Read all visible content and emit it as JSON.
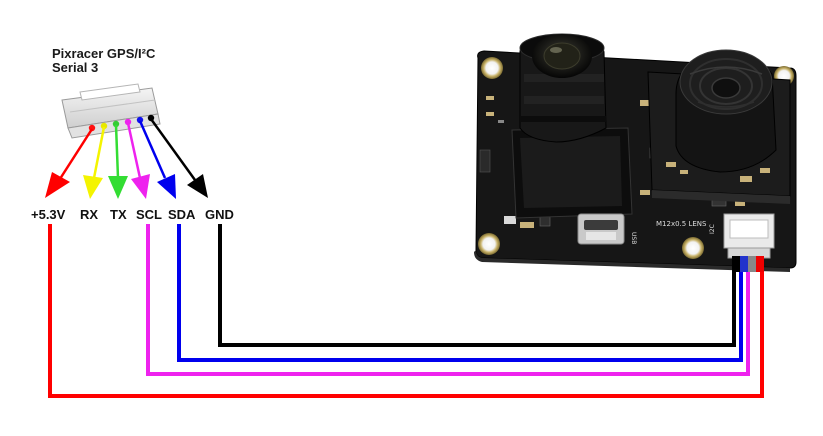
{
  "connector": {
    "title_line1": "Pixracer GPS/I²C",
    "title_line2": "Serial 3"
  },
  "pins": [
    {
      "label": "+5.3V",
      "color": "#ff0000"
    },
    {
      "label": "RX",
      "color": "#ffff00"
    },
    {
      "label": "TX",
      "color": "#33dd33"
    },
    {
      "label": "SCL",
      "color": "#ee22ee"
    },
    {
      "label": "SDA",
      "color": "#0000ee"
    },
    {
      "label": "GND",
      "color": "#000000"
    }
  ],
  "board": {
    "silkscreen_usb": "USB",
    "silkscreen_lens": "M12x0.5 LENS",
    "silkscreen_i2c": "I2C"
  },
  "colors": {
    "power": "#ff0000",
    "scl": "#ee22ee",
    "sda": "#0000ee",
    "ground": "#000000",
    "board": "#141414"
  }
}
